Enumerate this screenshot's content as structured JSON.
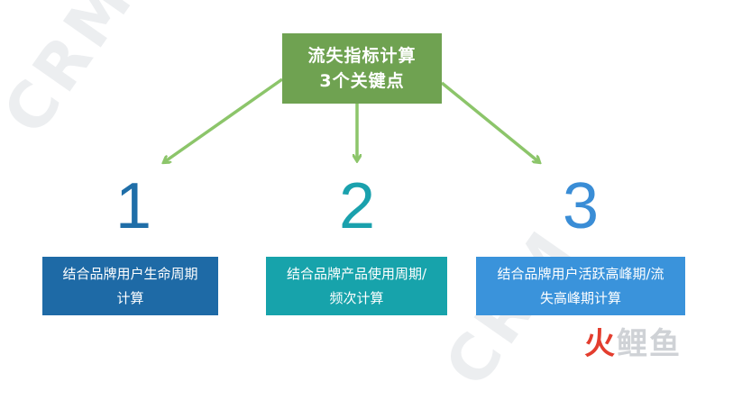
{
  "title": {
    "line1": "流失指标计算",
    "line2": "3个关键点"
  },
  "steps": [
    {
      "number": "1",
      "line1": "结合品牌用户生命周期",
      "line2": "计算"
    },
    {
      "number": "2",
      "line1": "结合品牌产品使用周期/",
      "line2": "频次计算"
    },
    {
      "number": "3",
      "line1": "结合品牌用户活跃高峰期/流",
      "line2": "失高峰期计算"
    }
  ],
  "watermarks": [
    "CRM",
    "CRM"
  ],
  "logo": {
    "part1": "火",
    "part2": "鲤鱼"
  },
  "colors": {
    "title_bg": "#6fa251",
    "arrow": "#8cc56a",
    "step1": "#1e6aa6",
    "step2": "#17a3ab",
    "step3": "#3a93db"
  }
}
